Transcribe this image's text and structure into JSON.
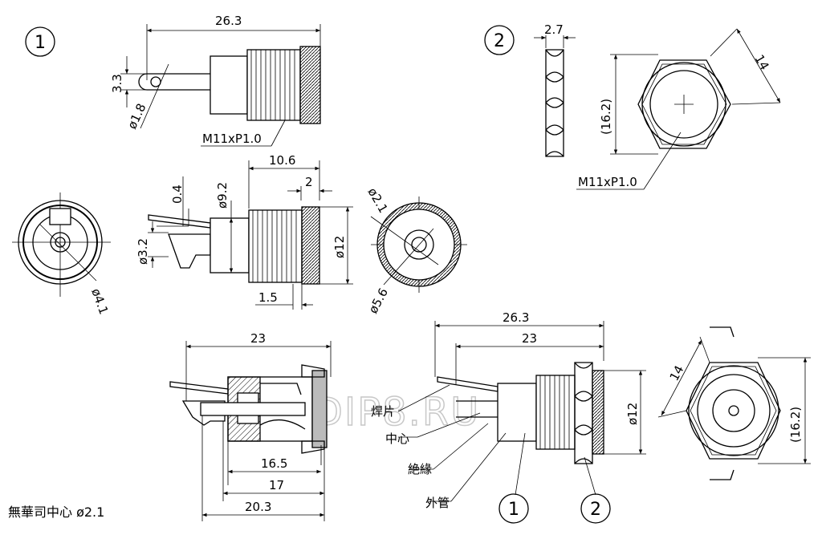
{
  "view_labels": {
    "one": "1",
    "two": "2"
  },
  "dimensions": {
    "top_length": "26.3",
    "pin_offset": "3.3",
    "pin_hole": "ø1.8",
    "thread": "M11xP1.0",
    "nut_thickness": "2.7",
    "nut_flat": "14",
    "nut_corner": "(16.2)",
    "nut_thread": "M11xP1.0",
    "body_len": "10.6",
    "tab_thick": "0.4",
    "flange": "2",
    "body_dia": "ø9.2",
    "pin_dia": "ø3.2",
    "flange_dia": "ø12",
    "offset": "1.5",
    "front_hole": "ø4.1",
    "center_pin": "ø2.1",
    "inner_ring": "ø5.6",
    "sec_len_23": "23",
    "sec_165": "16.5",
    "sec_17": "17",
    "sec_203": "20.3",
    "asm_263": "26.3",
    "asm_23": "23",
    "asm_dia": "ø12",
    "nut2_flat": "14",
    "nut2_corner": "(16.2)"
  },
  "part_labels": {
    "solder_tab": "焊片",
    "center": "中心",
    "insulation": "絶緣",
    "outer_tube": "外管"
  },
  "callouts": {
    "c1": "1",
    "c2": "2"
  },
  "note": "無華司中心 ø2.1",
  "watermark": "DIP8.RU"
}
